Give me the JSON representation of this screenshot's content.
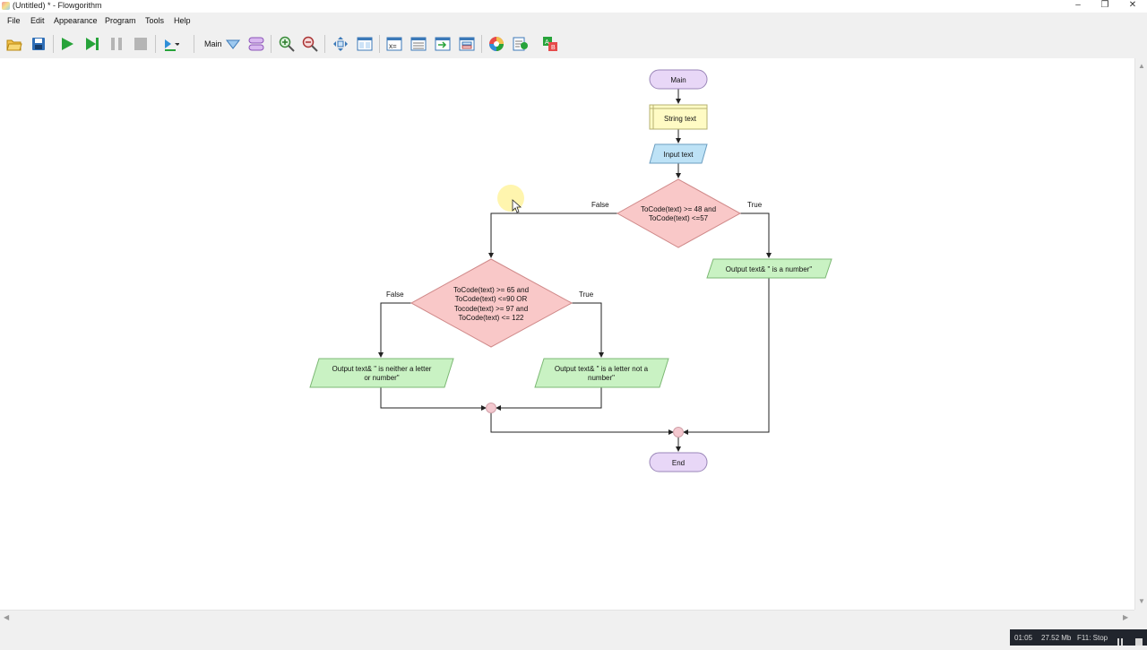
{
  "window": {
    "title": "(Untitled) * - Flowgorithm",
    "controls": {
      "minimize": "–",
      "maximize": "❐",
      "close": "✕"
    }
  },
  "menu": [
    "File",
    "Edit",
    "Appearance",
    "Program",
    "Tools",
    "Help"
  ],
  "toolbar": {
    "function_label": "Main",
    "icons": [
      "open-icon",
      "save-icon",
      "run-icon",
      "step-icon",
      "pause-icon",
      "stop-icon",
      "speed-icon",
      "function-dropdown-icon",
      "layout-icon",
      "zoom-in-icon",
      "zoom-out-icon",
      "fit-icon",
      "layout-window-icon",
      "variables-window-icon",
      "output-window-icon",
      "console-window-icon",
      "properties-window-icon",
      "chart-style-icon",
      "source-code-icon",
      "translate-icon"
    ]
  },
  "flowchart": {
    "start": "Main",
    "declare": "String text",
    "input": "Input text",
    "decision1": {
      "lines": [
        "ToCode(text) >= 48 and",
        "ToCode(text) <=57"
      ],
      "false_label": "False",
      "true_label": "True"
    },
    "output_number": "Output text& \" is a number\"",
    "decision2": {
      "lines": [
        "ToCode(text) >= 65 and",
        "ToCode(text) <=90 OR",
        "Tocode(text) >= 97 and",
        "ToCode(text) <= 122"
      ],
      "false_label": "False",
      "true_label": "True"
    },
    "output_neither": [
      "Output text& \" is neither a letter",
      "or number\""
    ],
    "output_letter": [
      "Output text& \" is a letter not a",
      "number\""
    ],
    "end": "End"
  },
  "colors": {
    "terminal": "#e8d7f7",
    "declare": "#fffbc4",
    "input": "#bde2f6",
    "decision": "#f9c8c8",
    "output": "#c9f2c3",
    "connector": "#f3c8cf",
    "status_bg": "#21252d"
  },
  "status": {
    "time": "01:05",
    "memory": "27.52 Mb",
    "hint": "F11: Stop"
  }
}
